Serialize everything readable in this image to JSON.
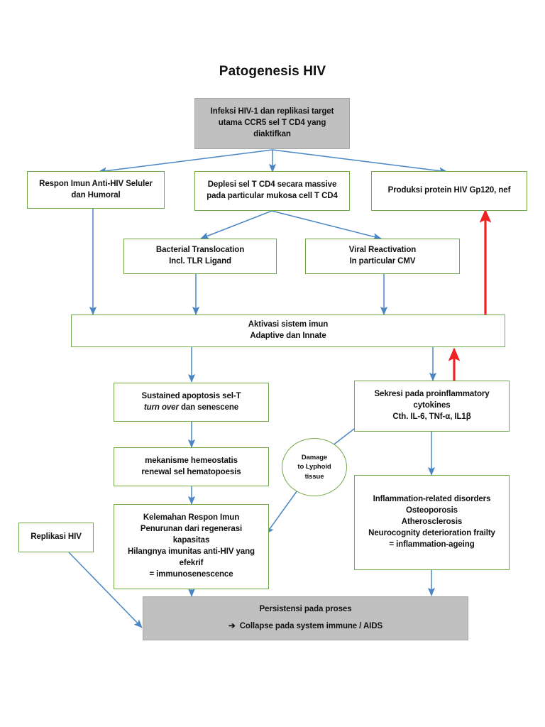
{
  "title": "Patogenesis HIV",
  "colors": {
    "box_border_green": "#74a94a",
    "box_fill_gray": "#c0c0c0",
    "arrow_blue": "#4a86c5",
    "arrow_red": "#ee2222",
    "text": "#111111",
    "background": "#ffffff"
  },
  "nodes": {
    "infeksi": {
      "id": "infeksi-hiv-box",
      "style": "gray",
      "lines": [
        "Infeksi HIV-1 dan replikasi target",
        "utama CCR5 sel T CD4 yang",
        "diaktifkan"
      ]
    },
    "respon_imun": {
      "id": "respon-imun-box",
      "style": "green",
      "lines": [
        "Respon Imun Anti-HIV Seluler",
        "dan Humoral"
      ]
    },
    "deplesi": {
      "id": "deplesi-sel-t-box",
      "style": "green",
      "lines": [
        "Deplesi sel T CD4 secara massive",
        "pada particular mukosa cell T CD4"
      ]
    },
    "produksi": {
      "id": "produksi-protein-box",
      "style": "green",
      "lines": [
        "Produksi protein HIV Gp120, nef"
      ]
    },
    "bacterial": {
      "id": "bacterial-translocation-box",
      "style": "green",
      "lines": [
        "Bacterial Translocation",
        "Incl. TLR Ligand"
      ]
    },
    "viral": {
      "id": "viral-reactivation-box",
      "style": "green",
      "lines": [
        "Viral Reactivation",
        "In particular CMV"
      ]
    },
    "aktivasi": {
      "id": "aktivasi-sistem-imun-box",
      "style": "green",
      "lines": [
        "Aktivasi sistem imun",
        "Adaptive dan Innate"
      ]
    },
    "apoptosis": {
      "id": "sustained-apoptosis-box",
      "style": "green",
      "line1": "Sustained apoptosis sel-T",
      "line2_italic": "turn over",
      "line2_rest": " dan senescene"
    },
    "sekresi": {
      "id": "sekresi-sitokin-box",
      "style": "green",
      "lines": [
        "Sekresi pada proinflammatory",
        "cytokines",
        "Cth. IL-6, TNf-α, IL1β"
      ]
    },
    "mekanisme": {
      "id": "mekanisme-hemeostatis-box",
      "style": "green",
      "lines": [
        "mekanisme hemeostatis",
        "renewal sel hematopoesis"
      ]
    },
    "damage": {
      "id": "damage-lyphoid-oval",
      "style": "oval",
      "lines": [
        "Damage",
        "to Lyphoid",
        "tissue"
      ]
    },
    "inflammation": {
      "id": "inflammation-disorders-box",
      "style": "green",
      "lines": [
        "Inflammation-related disorders",
        "Osteoporosis",
        "Atherosclerosis",
        "Neurocognity deterioration frailty",
        "= inflammation-ageing"
      ]
    },
    "kelemahan": {
      "id": "kelemahan-respon-imun-box",
      "style": "green",
      "lines": [
        "Kelemahan Respon Imun",
        "Penurunan dari regenerasi",
        "kapasitas",
        "Hilangnya imunitas anti-HIV yang",
        "efekrif",
        "= immunosenescence"
      ]
    },
    "replikasi": {
      "id": "replikasi-hiv-box",
      "style": "green",
      "lines": [
        "Replikasi HIV"
      ]
    },
    "persistensi": {
      "id": "persistensi-proses-box",
      "style": "gray",
      "line1": "Persistensi pada proses",
      "arrow_glyph": "➔",
      "line2": "Collapse pada system immune / AIDS"
    }
  },
  "edges": [
    {
      "name": "infeksi-to-respon-imun",
      "color": "blue"
    },
    {
      "name": "infeksi-to-deplesi",
      "color": "blue"
    },
    {
      "name": "infeksi-to-produksi",
      "color": "blue"
    },
    {
      "name": "respon-imun-to-aktivasi",
      "color": "blue"
    },
    {
      "name": "deplesi-to-bacterial",
      "color": "blue"
    },
    {
      "name": "deplesi-to-viral",
      "color": "blue"
    },
    {
      "name": "bacterial-to-aktivasi",
      "color": "blue"
    },
    {
      "name": "viral-to-aktivasi",
      "color": "blue"
    },
    {
      "name": "aktivasi-to-produksi",
      "color": "red"
    },
    {
      "name": "aktivasi-to-apoptosis",
      "color": "blue"
    },
    {
      "name": "aktivasi-to-sekresi",
      "color": "blue"
    },
    {
      "name": "sekresi-to-aktivasi",
      "color": "red"
    },
    {
      "name": "apoptosis-to-mekanisme",
      "color": "blue"
    },
    {
      "name": "mekanisme-to-kelemahan",
      "color": "blue"
    },
    {
      "name": "sekresi-to-damage",
      "color": "blue"
    },
    {
      "name": "damage-to-kelemahan",
      "color": "blue"
    },
    {
      "name": "sekresi-to-inflammation",
      "color": "blue"
    },
    {
      "name": "inflammation-to-persistensi",
      "color": "blue"
    },
    {
      "name": "kelemahan-to-persistensi",
      "color": "blue"
    },
    {
      "name": "replikasi-to-persistensi",
      "color": "blue"
    }
  ]
}
